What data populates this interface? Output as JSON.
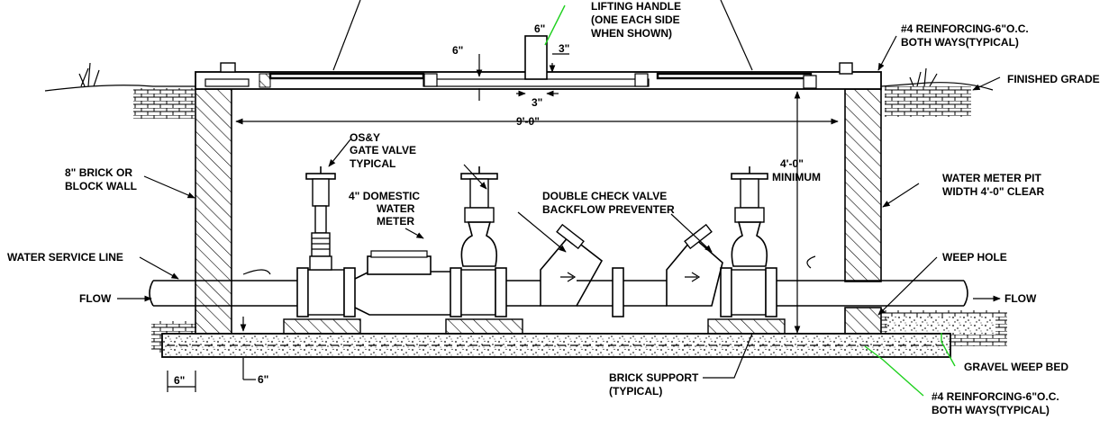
{
  "labels": {
    "lifting_handle_1": "LIFTING HANDLE",
    "lifting_handle_2": "(ONE EACH SIDE",
    "lifting_handle_3": "WHEN SHOWN)",
    "reinforcing_top_1": "#4 REINFORCING-6\"O.C.",
    "reinforcing_top_2": "BOTH WAYS(TYPICAL)",
    "finished_grade": "FINISHED GRADE",
    "dim_6_top_a": "6\"",
    "dim_6_top_b": "6\"",
    "dim_3_top": "3\"",
    "dim_3_bottom": "3\"",
    "dim_width": "9'-0\"",
    "osy_1": "OS&Y",
    "osy_2": "GATE VALVE",
    "osy_3": "TYPICAL",
    "wall_1": "8\" BRICK OR",
    "wall_2": "BLOCK WALL",
    "meter_1": "4\" DOMESTIC",
    "meter_2": "WATER",
    "meter_3": "METER",
    "dcv_1": "DOUBLE CHECK VALVE",
    "dcv_2": "BACKFLOW PREVENTER",
    "depth_1": "4'-0\"",
    "depth_2": "MINIMUM",
    "pit_1": "WATER METER PIT",
    "pit_2": "WIDTH 4'-0\" CLEAR",
    "service_line": "WATER SERVICE LINE",
    "weep_hole": "WEEP HOLE",
    "flow_left": "FLOW",
    "flow_right": "FLOW",
    "gravel_bed": "GRAVEL WEEP BED",
    "brick_support_1": "BRICK SUPPORT",
    "brick_support_2": "(TYPICAL)",
    "reinforcing_bottom_1": "#4 REINFORCING-6\"O.C.",
    "reinforcing_bottom_2": "BOTH WAYS(TYPICAL)",
    "dim_6_bottom_a": "6\"",
    "dim_6_bottom_b": "6\""
  },
  "colors": {
    "line": "#000000",
    "leader_highlight": "#1fd11f",
    "background": "#ffffff"
  }
}
